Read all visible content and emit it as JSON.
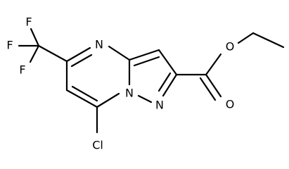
{
  "atoms": {
    "F1": "F",
    "F2": "F",
    "F3": "F",
    "N_pyrimidine": "N",
    "N_bridge": "N",
    "N_pyrazole": "N",
    "O_ester": "O",
    "O_carbonyl": "O",
    "Cl": "Cl"
  },
  "colors": {
    "bond": "#000000",
    "label": "#000000",
    "background": "#ffffff"
  }
}
